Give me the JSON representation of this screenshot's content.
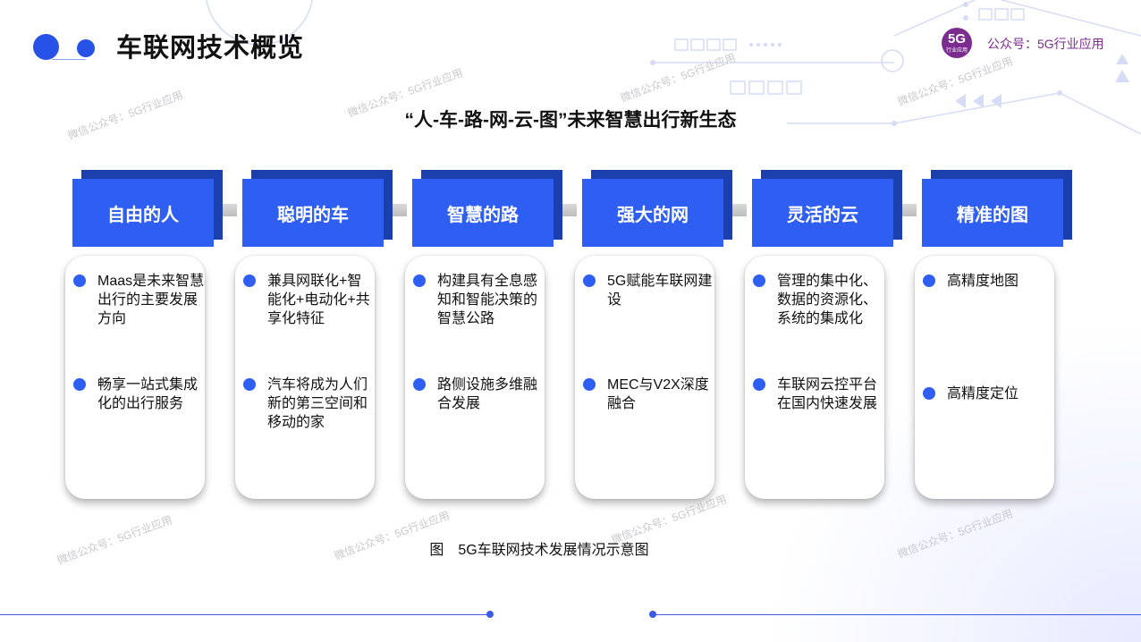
{
  "header": {
    "title": "车联网技术概览",
    "brand_badge_big": "5G",
    "brand_badge_small": "行业应用",
    "brand_text": "公众号：5G行业应用"
  },
  "diagram": {
    "subtitle": "“人-车-路-网-云-图”未来智慧出行新生态",
    "columns": [
      {
        "title": "自由的人",
        "items": [
          "Maas是未来智慧出行的主要发展方向",
          "畅享一站式集成化的出行服务"
        ]
      },
      {
        "title": "聪明的车",
        "items": [
          "兼具网联化+智能化+电动化+共享化特征",
          "汽车将成为人们新的第三空间和移动的家"
        ]
      },
      {
        "title": "智慧的路",
        "items": [
          "构建具有全息感知和智能决策的智慧公路",
          "路侧设施多维融合发展"
        ]
      },
      {
        "title": "强大的网",
        "items": [
          "5G赋能车联网建设",
          "MEC与V2X深度融合"
        ]
      },
      {
        "title": "灵活的云",
        "items": [
          "管理的集中化、数据的资源化、系统的集成化",
          "车联网云控平台在国内快速发展"
        ]
      },
      {
        "title": "精准的图",
        "items": [
          "高精度地图",
          "高精度定位"
        ]
      }
    ],
    "caption": "图　5G车联网技术发展情况示意图"
  },
  "watermark": "微信公众号：5G行业应用",
  "colors": {
    "accent": "#2f5ef2",
    "accent_dark": "#1c3fae",
    "brand": "#7a2c8f"
  }
}
